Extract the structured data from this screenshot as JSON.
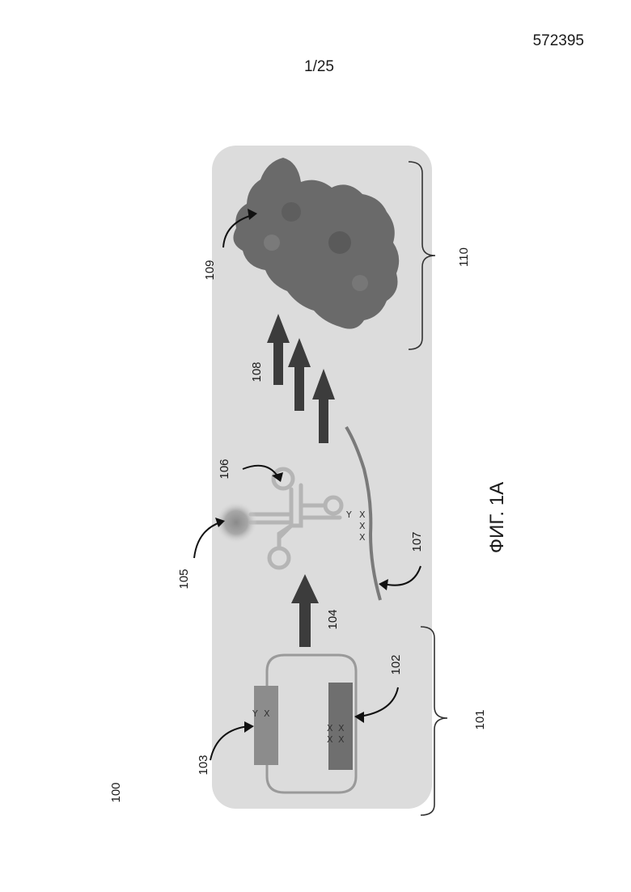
{
  "header": {
    "document_number": "572395",
    "page_number": "1/25"
  },
  "figure": {
    "caption": "ФИГ. 1А",
    "labels": {
      "l100": "100",
      "l101": "101",
      "l102": "102",
      "l103": "103",
      "l104": "104",
      "l105": "105",
      "l106": "106",
      "l107": "107",
      "l108": "108",
      "l109": "109",
      "l110": "110"
    },
    "marks": {
      "x": "X",
      "y": "Y"
    },
    "colors": {
      "panel": "#dcdcdc",
      "arrow": "#3c3c3c",
      "gene_block": "#808080",
      "plasmid": "#9a9a9a",
      "trna": "#b5b5b5",
      "protein": "#6a6a6a"
    }
  }
}
